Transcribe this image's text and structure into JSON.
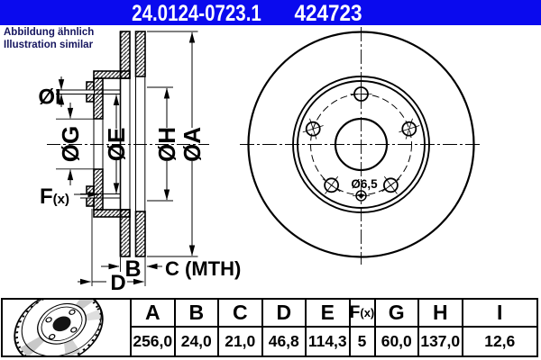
{
  "header": {
    "catalog_number": "24.0124-0723.1",
    "article_number": "424723",
    "bg_color": "#0a0aee"
  },
  "note": {
    "line1": "Abbildung ähnlich",
    "line2": "Illustration similar",
    "text_color": "#16165f"
  },
  "drawing": {
    "labels": {
      "dim_i": "ØI",
      "dim_g": "ØG",
      "dim_e": "ØE",
      "dim_h": "ØH",
      "dim_a": "ØA",
      "dim_f_main": "F",
      "dim_f_sub": "(x)",
      "dim_b": "B",
      "dim_c": "C (MTH)",
      "dim_d": "D",
      "pin_hole": "Ø6,5"
    },
    "line_color": "#000000"
  },
  "table": {
    "f_header": {
      "main": "F",
      "sub": "(x)"
    },
    "columns": [
      {
        "label": "A",
        "value": "256,0"
      },
      {
        "label": "B",
        "value": "24,0"
      },
      {
        "label": "C",
        "value": "21,0"
      },
      {
        "label": "D",
        "value": "46,8"
      },
      {
        "label": "E",
        "value": "114,3"
      },
      {
        "label": "F(x)",
        "value": "5"
      },
      {
        "label": "G",
        "value": "60,0"
      },
      {
        "label": "H",
        "value": "137,0"
      },
      {
        "label": "I",
        "value": "12,6"
      }
    ]
  }
}
